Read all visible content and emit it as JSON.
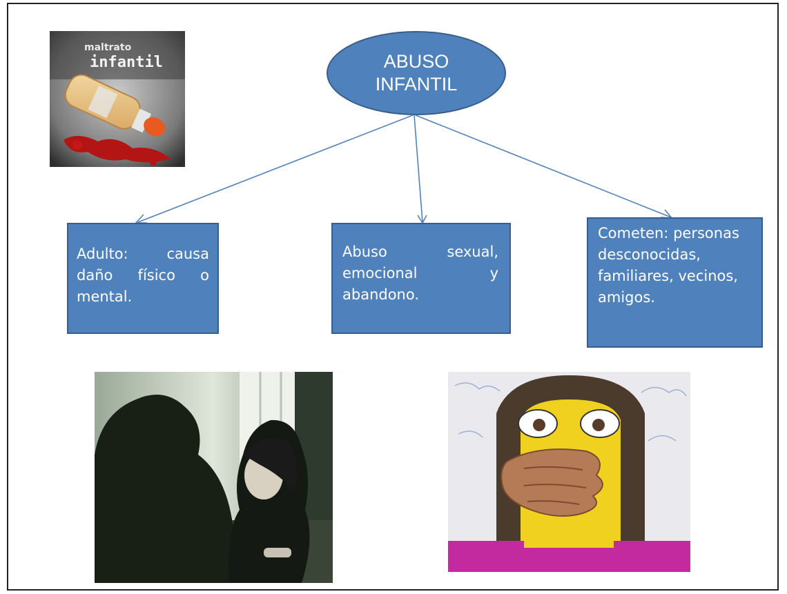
{
  "diagram": {
    "root": {
      "line1": "ABUSO",
      "line2": "INFANTIL"
    },
    "children": [
      {
        "text": "Adulto: causa daño físico o mental."
      },
      {
        "text": "Abuso sexual, emocional y abandono."
      },
      {
        "text": "Cometen: personas desconocidas, familiares, vecinos, amigos."
      }
    ]
  },
  "images": {
    "top_left": {
      "subject": "maltrato infantil poster",
      "caption_line1": "maltrato",
      "caption_line2": "infantil"
    },
    "bottom_left": {
      "subject": "shadow-of-adult-over-child-photo"
    },
    "bottom_right": {
      "subject": "child-drawing-with-hand-over-mouth"
    }
  },
  "colors": {
    "node_fill": "#4f81bd",
    "node_border": "#385d8a",
    "arrow": "#4f81bd",
    "node_text": "#ffffff"
  }
}
